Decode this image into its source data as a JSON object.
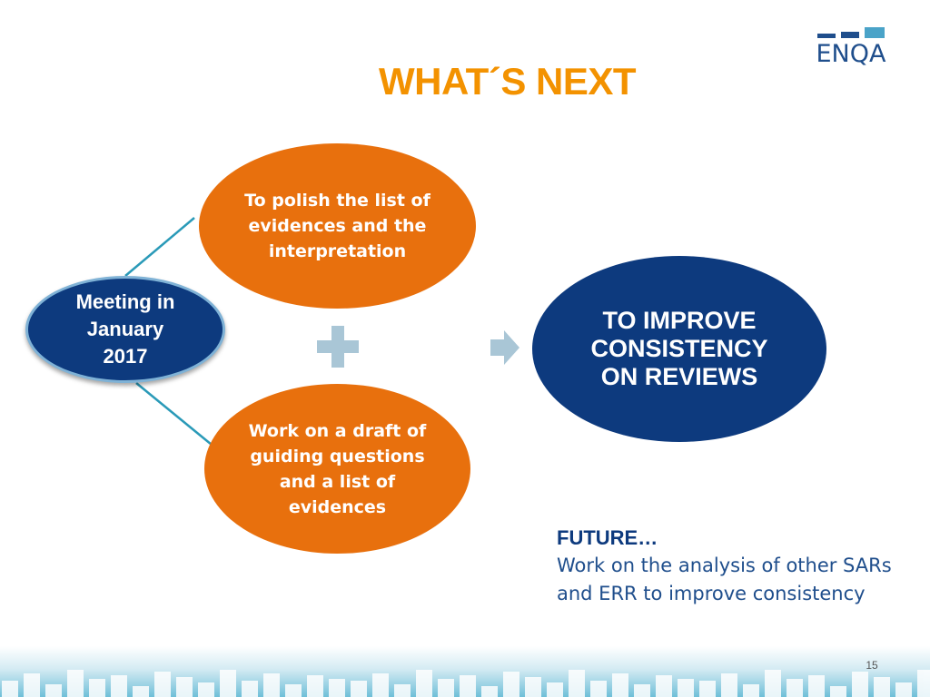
{
  "slide": {
    "title": "WHAT´S NEXT",
    "page_number": "15"
  },
  "logo": {
    "text": "ENQA",
    "colors": {
      "dark": "#1f4e8c",
      "light": "#4aa3c8"
    }
  },
  "diagram": {
    "source_node": {
      "label_lines": [
        "Meeting in",
        "January",
        "2017"
      ]
    },
    "activities": [
      {
        "label_lines": [
          "To polish the list of",
          "evidences and the",
          "interpretation"
        ]
      },
      {
        "label_lines": [
          "Work on a draft of",
          "guiding questions",
          "and a list of",
          "evidences"
        ]
      }
    ],
    "operator_icon": "plus-icon",
    "result_arrow_icon": "arrow-right-icon",
    "goal_node": {
      "label_lines": [
        "TO IMPROVE",
        "CONSISTENCY",
        "ON REVIEWS"
      ]
    }
  },
  "future": {
    "heading": "FUTURE…",
    "body": "Work on the analysis of other SARs and ERR to improve consistency"
  },
  "colors": {
    "accent_orange": "#f39200",
    "ellipse_orange": "#e8700d",
    "navy": "#0d3a7e",
    "connector_teal": "#2a9ab8",
    "plus_blue": "#a9c6d6"
  }
}
